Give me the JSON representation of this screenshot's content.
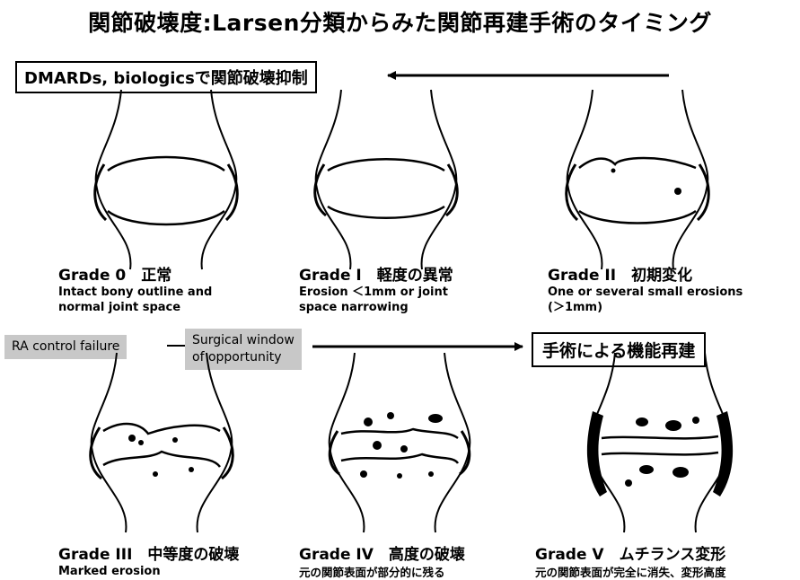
{
  "title": "関節破壊度:Larsen分類からみた関節再建手術のタイミング",
  "dmards_box": "DMARDs, biologicsで関節破壊抑制",
  "ra_control": "RA control failure",
  "surgical_window_line1": "Surgical window",
  "surgical_window_line2": "of opportunity",
  "surgery_box": "手術による機能再建",
  "grades": [
    {
      "title": "Grade 0　正常",
      "desc1": "Intact bony outline and",
      "desc2": "normal joint space"
    },
    {
      "title": "Grade I　軽度の異常",
      "desc1": "Erosion ＜1mm or joint",
      "desc2": "space narrowing"
    },
    {
      "title": "Grade II　初期変化",
      "desc1": "One or several small erosions",
      "desc2": "(＞1mm)"
    },
    {
      "title": "Grade III　中等度の破壊",
      "desc1": "Marked erosion",
      "desc2": ""
    },
    {
      "title": "Grade IV　高度の破壊",
      "desc1": "元の関節表面が部分的に残る",
      "desc2": ""
    },
    {
      "title": "Grade V　ムチランス変形",
      "desc1": "元の関節表面が完全に消失、変形高度",
      "desc2": ""
    }
  ]
}
